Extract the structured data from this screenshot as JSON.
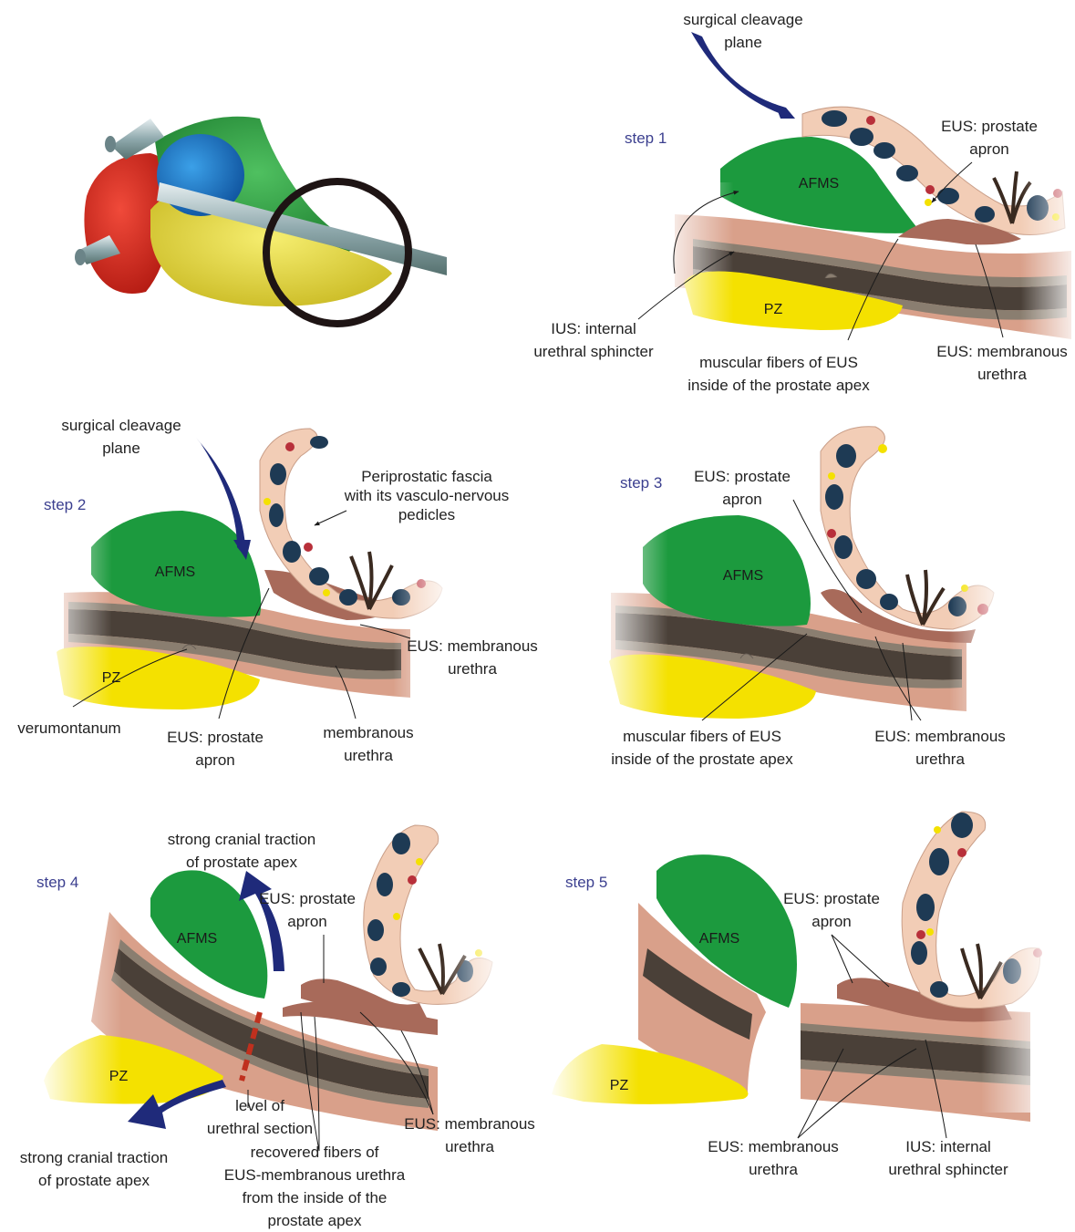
{
  "colors": {
    "afms": "#1c9a3e",
    "pz": "#f4e100",
    "tissue": "#d99880",
    "tissue_dark": "#a86a5a",
    "muscle": "#c9887a",
    "urethra_dark": "#4a4038",
    "urethra_mid": "#8a7e70",
    "fascia": "#f2cdb6",
    "vessel_blue": "#1e3a54",
    "vessel_red": "#b8303a",
    "nerve": "#3a2a20",
    "arrow_navy": "#1f2a7a",
    "step_label": "#3b3f8f",
    "section_line": "#c0301e"
  },
  "overview": {
    "icons": [
      "prostate-3d-model",
      "zoom-circle-icon"
    ]
  },
  "organs": {
    "afms": "AFMS",
    "pz": "PZ"
  },
  "panels": {
    "step1": {
      "step": "step 1",
      "cleavage": [
        "surgical cleavage",
        "plane"
      ],
      "eus_apron": [
        "EUS: prostate",
        "apron"
      ],
      "ius": [
        "IUS: internal",
        "urethral sphincter"
      ],
      "fibers": [
        "muscular fibers of EUS",
        "inside of the prostate apex"
      ],
      "eus_membranous": [
        "EUS: membranous",
        "urethra"
      ]
    },
    "step2": {
      "step": "step 2",
      "cleavage": [
        "surgical cleavage",
        "plane"
      ],
      "fascia": [
        "Periprostatic fascia",
        "with its vasculo-nervous",
        "pedicles"
      ],
      "eus_membranous": [
        "EUS: membranous",
        "urethra"
      ],
      "verumontanum": "verumontanum",
      "eus_apron": [
        "EUS: prostate",
        "apron"
      ],
      "membranous": [
        "membranous",
        "urethra"
      ]
    },
    "step3": {
      "step": "step 3",
      "eus_apron": [
        "EUS: prostate",
        "apron"
      ],
      "fibers": [
        "muscular fibers of EUS",
        "inside of the prostate apex"
      ],
      "eus_membranous": [
        "EUS: membranous",
        "urethra"
      ]
    },
    "step4": {
      "step": "step 4",
      "traction_top": [
        "strong cranial traction",
        "of prostate apex"
      ],
      "eus_apron": [
        "EUS: prostate",
        "apron"
      ],
      "section": [
        "level of",
        "urethral section"
      ],
      "traction_bottom": [
        "strong cranial traction",
        "of prostate apex"
      ],
      "recovered": [
        "recovered fibers of",
        "EUS-membranous urethra",
        "from the inside of the",
        "prostate apex"
      ],
      "eus_membranous": [
        "EUS: membranous",
        "urethra"
      ]
    },
    "step5": {
      "step": "step 5",
      "eus_apron": [
        "EUS: prostate",
        "apron"
      ],
      "eus_membranous": [
        "EUS: membranous",
        "urethra"
      ],
      "ius": [
        "IUS: internal",
        "urethral sphincter"
      ]
    }
  }
}
